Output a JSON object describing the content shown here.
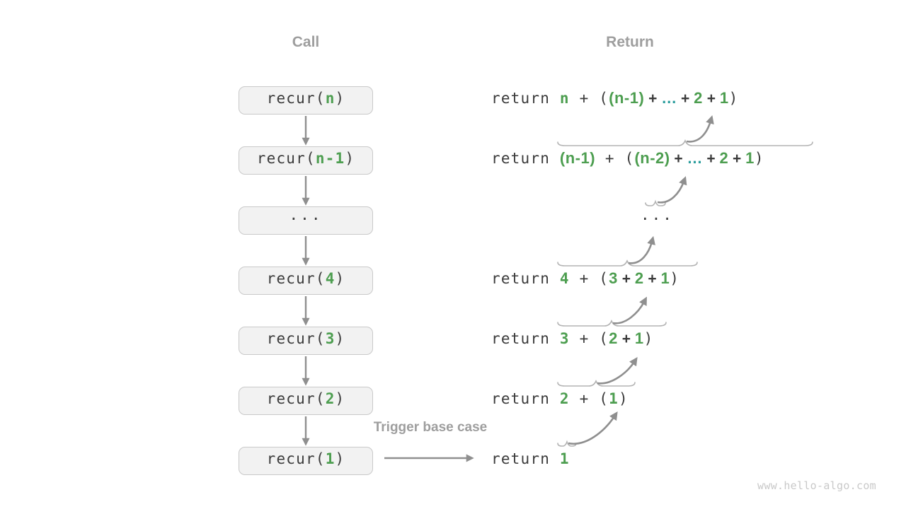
{
  "headers": {
    "call": "Call",
    "return": "Return"
  },
  "labels": {
    "trigger": "Trigger base case",
    "watermark": "www.hello-algo.com"
  },
  "colors": {
    "dark": "#3b3b3b",
    "green": "#4d9e50",
    "teal": "#2b9d9d",
    "label": "#9e9e9e",
    "boxfill": "#f2f2f2",
    "boxborder": "#c9c9c9",
    "arrow": "#8f8f8f",
    "brace": "#b3b3b3",
    "watermark": "#c9c9c9",
    "bg": "#ffffff"
  },
  "call_stack": {
    "boxes": [
      {
        "name": "recur(n)",
        "segments": [
          {
            "t": "recur(",
            "c": "plain"
          },
          {
            "t": "n",
            "c": "var"
          },
          {
            "t": ")",
            "c": "plain"
          }
        ]
      },
      {
        "name": "recur(n-1)",
        "segments": [
          {
            "t": "recur(",
            "c": "plain"
          },
          {
            "t": "n-1",
            "c": "var"
          },
          {
            "t": ")",
            "c": "plain"
          }
        ]
      },
      {
        "name": "ellipsis",
        "segments": [
          {
            "t": "...",
            "c": "plain"
          }
        ]
      },
      {
        "name": "recur(4)",
        "segments": [
          {
            "t": "recur(",
            "c": "plain"
          },
          {
            "t": "4",
            "c": "var"
          },
          {
            "t": ")",
            "c": "plain"
          }
        ]
      },
      {
        "name": "recur(3)",
        "segments": [
          {
            "t": "recur(",
            "c": "plain"
          },
          {
            "t": "3",
            "c": "var"
          },
          {
            "t": ")",
            "c": "plain"
          }
        ]
      },
      {
        "name": "recur(2)",
        "segments": [
          {
            "t": "recur(",
            "c": "plain"
          },
          {
            "t": "2",
            "c": "var"
          },
          {
            "t": ")",
            "c": "plain"
          }
        ]
      },
      {
        "name": "recur(1)",
        "segments": [
          {
            "t": "recur(",
            "c": "plain"
          },
          {
            "t": "1",
            "c": "var"
          },
          {
            "t": ")",
            "c": "plain"
          }
        ]
      }
    ]
  },
  "return_rows": [
    {
      "name": "return n + ((n-1) + … + 2 + 1)",
      "segments": [
        {
          "t": "return ",
          "c": "plain"
        },
        {
          "t": "n",
          "c": "var"
        },
        {
          "t": " + ",
          "c": "plain"
        },
        {
          "t": "(",
          "c": "plain"
        },
        {
          "t": "(n-1)",
          "c": "varx"
        },
        {
          "t": " + ",
          "c": "op"
        },
        {
          "t": "…",
          "c": "etc"
        },
        {
          "t": " + ",
          "c": "op"
        },
        {
          "t": "2",
          "c": "varx"
        },
        {
          "t": " + ",
          "c": "op"
        },
        {
          "t": "1",
          "c": "varx"
        },
        {
          "t": ")",
          "c": "plain"
        }
      ]
    },
    {
      "name": "return (n-1) + ((n-2) + … + 2 + 1)",
      "segments": [
        {
          "t": "return ",
          "c": "plain"
        },
        {
          "t": "(n-1)",
          "c": "varx"
        },
        {
          "t": " + ",
          "c": "plain"
        },
        {
          "t": "(",
          "c": "plain"
        },
        {
          "t": "(n-2)",
          "c": "varx"
        },
        {
          "t": " + ",
          "c": "op"
        },
        {
          "t": "…",
          "c": "etc"
        },
        {
          "t": " + ",
          "c": "op"
        },
        {
          "t": "2",
          "c": "varx"
        },
        {
          "t": " + ",
          "c": "op"
        },
        {
          "t": "1",
          "c": "varx"
        },
        {
          "t": ")",
          "c": "plain"
        }
      ]
    },
    {
      "name": "ellipsis",
      "segments": [
        {
          "t": "...",
          "c": "plain"
        }
      ]
    },
    {
      "name": "return 4 + (3 + 2 + 1)",
      "segments": [
        {
          "t": "return ",
          "c": "plain"
        },
        {
          "t": "4",
          "c": "var"
        },
        {
          "t": " + ",
          "c": "plain"
        },
        {
          "t": "(",
          "c": "plain"
        },
        {
          "t": "3",
          "c": "varx"
        },
        {
          "t": " + ",
          "c": "op"
        },
        {
          "t": "2",
          "c": "varx"
        },
        {
          "t": " + ",
          "c": "op"
        },
        {
          "t": "1",
          "c": "varx"
        },
        {
          "t": ")",
          "c": "plain"
        }
      ]
    },
    {
      "name": "return 3 + (2 + 1)",
      "segments": [
        {
          "t": "return ",
          "c": "plain"
        },
        {
          "t": "3",
          "c": "var"
        },
        {
          "t": " + ",
          "c": "plain"
        },
        {
          "t": "(",
          "c": "plain"
        },
        {
          "t": "2",
          "c": "varx"
        },
        {
          "t": " + ",
          "c": "op"
        },
        {
          "t": "1",
          "c": "varx"
        },
        {
          "t": ")",
          "c": "plain"
        }
      ]
    },
    {
      "name": "return 2 + (1)",
      "segments": [
        {
          "t": "return ",
          "c": "plain"
        },
        {
          "t": "2",
          "c": "var"
        },
        {
          "t": " + ",
          "c": "plain"
        },
        {
          "t": "(",
          "c": "plain"
        },
        {
          "t": "1",
          "c": "var"
        },
        {
          "t": ")",
          "c": "plain"
        }
      ]
    },
    {
      "name": "return 1",
      "segments": [
        {
          "t": "return ",
          "c": "plain"
        },
        {
          "t": "1",
          "c": "var"
        }
      ]
    }
  ]
}
